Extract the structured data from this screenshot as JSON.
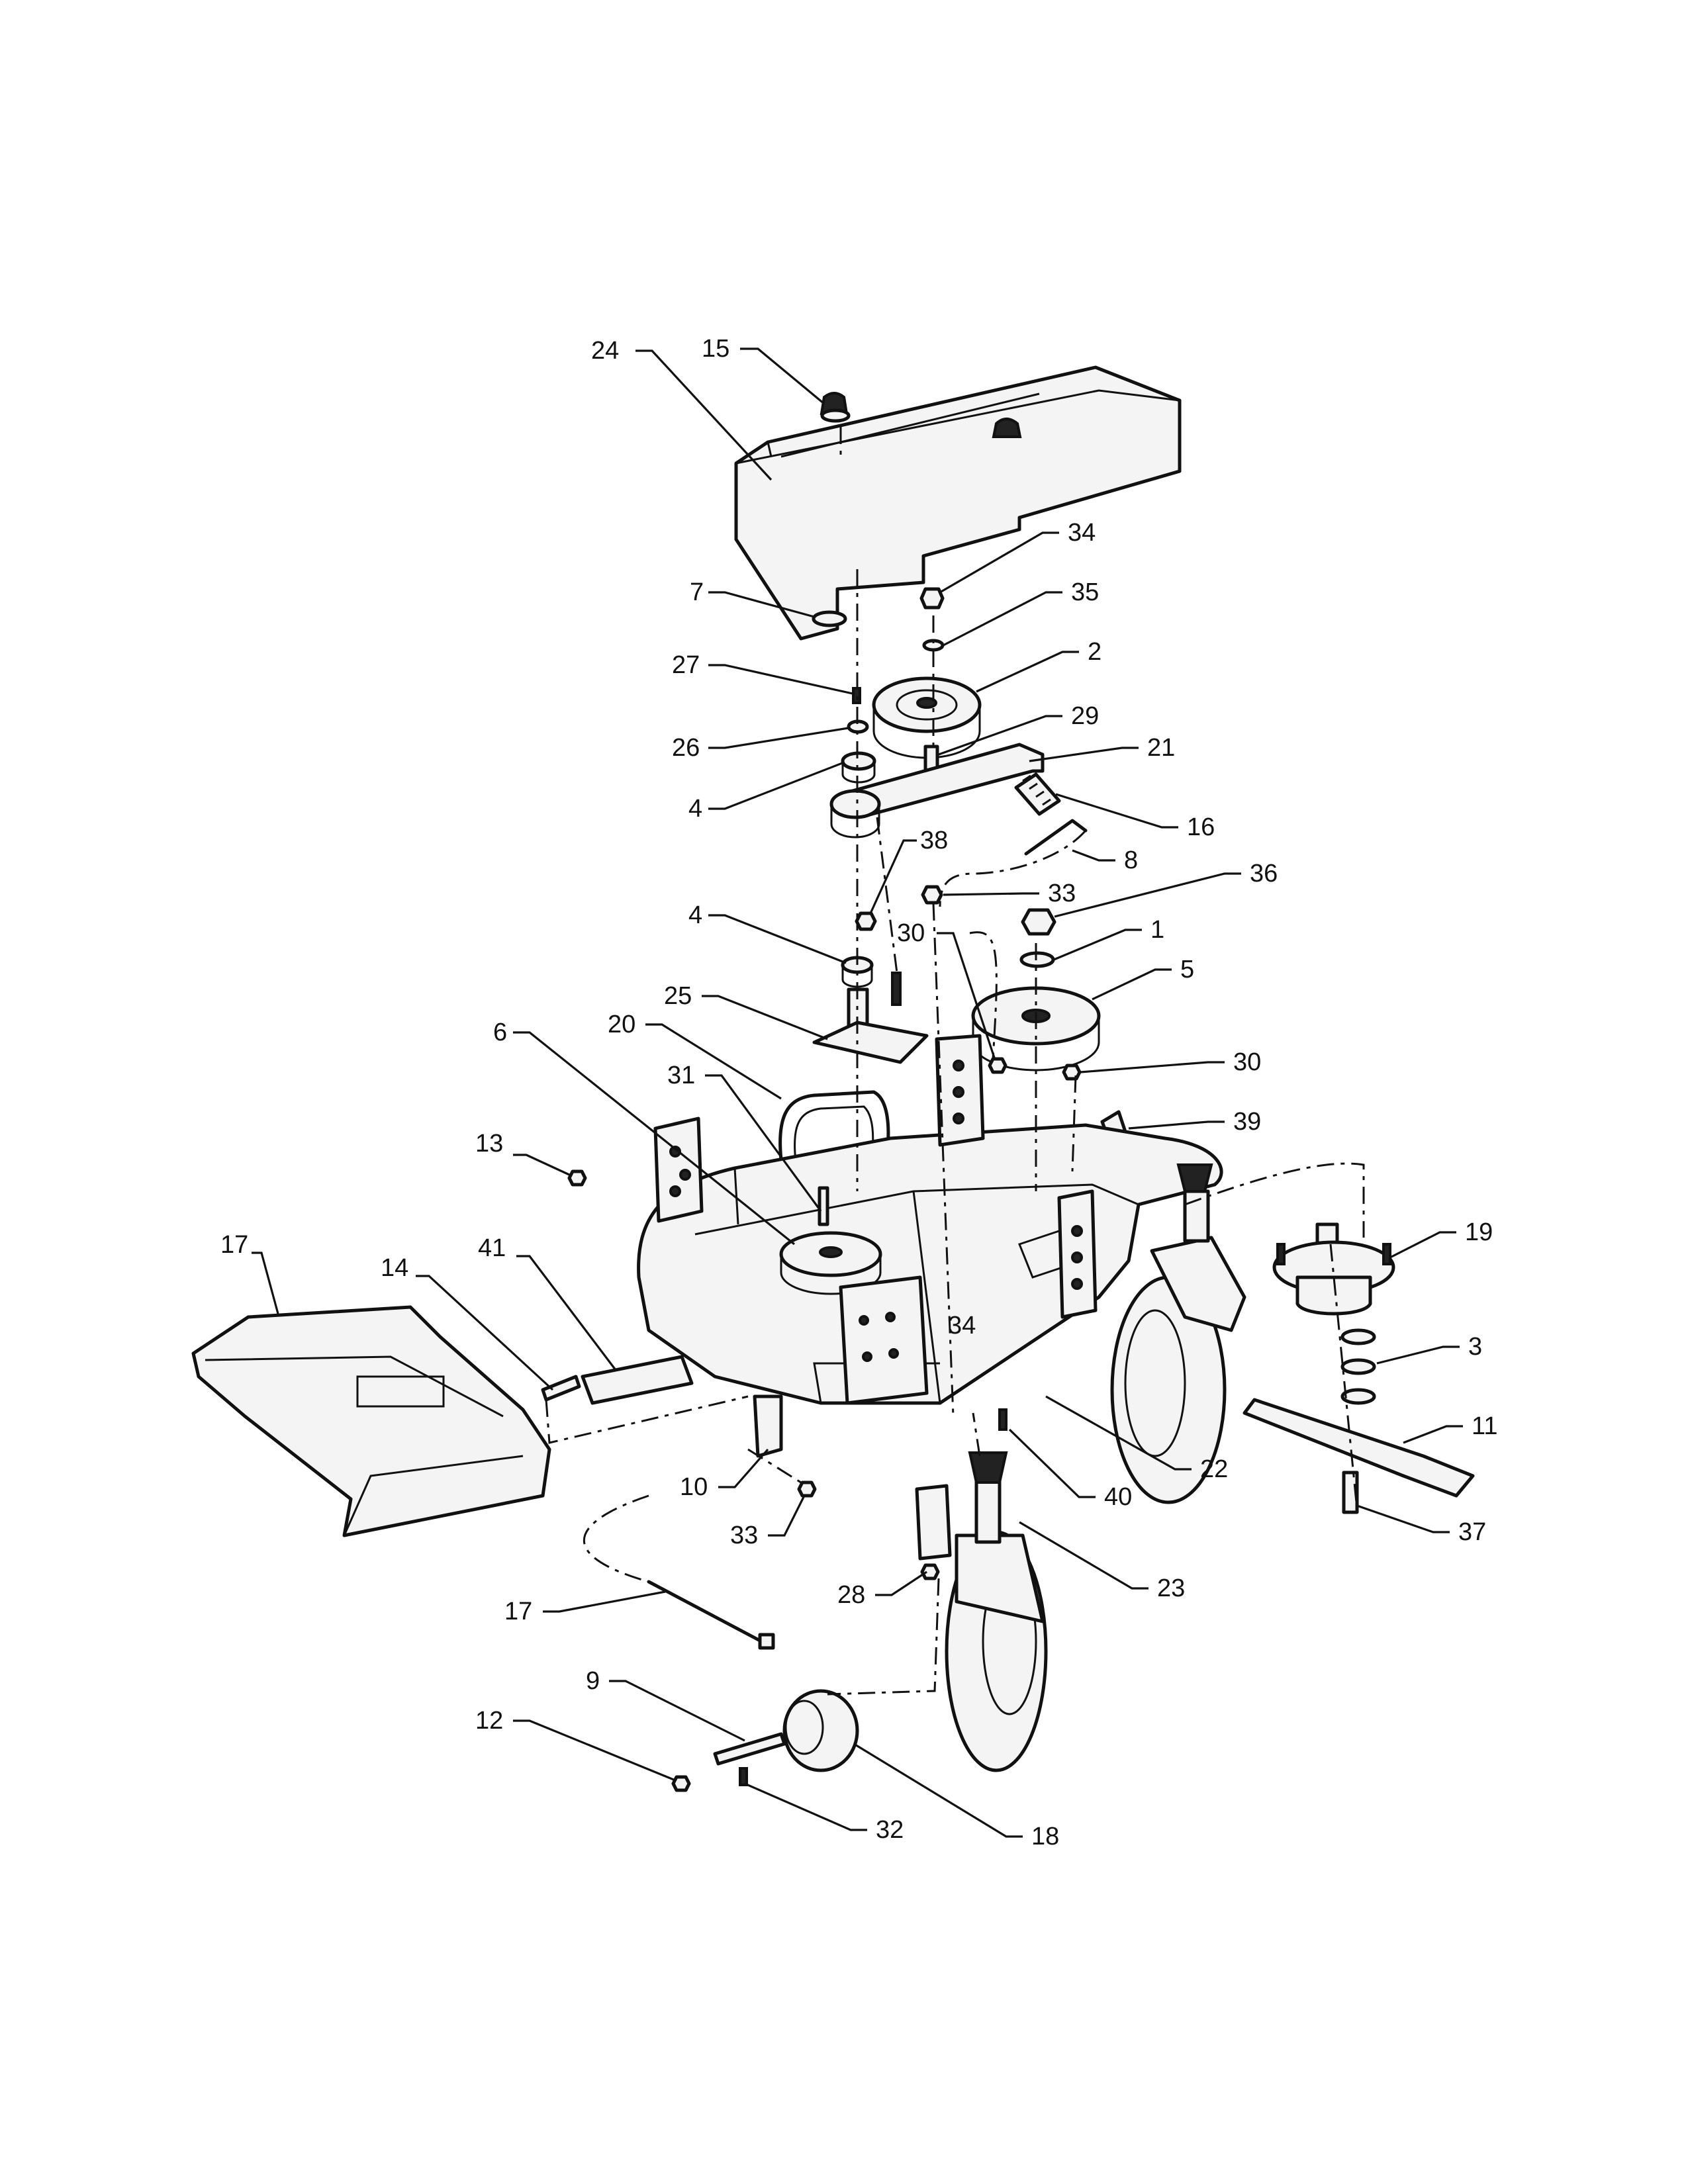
{
  "callouts": [
    {
      "n": "24"
    },
    {
      "n": "15"
    },
    {
      "n": "34"
    },
    {
      "n": "7"
    },
    {
      "n": "35"
    },
    {
      "n": "2"
    },
    {
      "n": "27"
    },
    {
      "n": "29"
    },
    {
      "n": "26"
    },
    {
      "n": "21"
    },
    {
      "n": "4"
    },
    {
      "n": "16"
    },
    {
      "n": "38"
    },
    {
      "n": "8"
    },
    {
      "n": "33"
    },
    {
      "n": "36"
    },
    {
      "n": "4"
    },
    {
      "n": "1"
    },
    {
      "n": "30"
    },
    {
      "n": "5"
    },
    {
      "n": "25"
    },
    {
      "n": "20"
    },
    {
      "n": "6"
    },
    {
      "n": "31"
    },
    {
      "n": "30"
    },
    {
      "n": "39"
    },
    {
      "n": "13"
    },
    {
      "n": "17"
    },
    {
      "n": "19"
    },
    {
      "n": "14"
    },
    {
      "n": "41"
    },
    {
      "n": "3"
    },
    {
      "n": "11"
    },
    {
      "n": "22"
    },
    {
      "n": "10"
    },
    {
      "n": "40"
    },
    {
      "n": "33"
    },
    {
      "n": "37"
    },
    {
      "n": "28"
    },
    {
      "n": "23"
    },
    {
      "n": "17"
    },
    {
      "n": "9"
    },
    {
      "n": "12"
    },
    {
      "n": "32"
    },
    {
      "n": "18"
    }
  ]
}
